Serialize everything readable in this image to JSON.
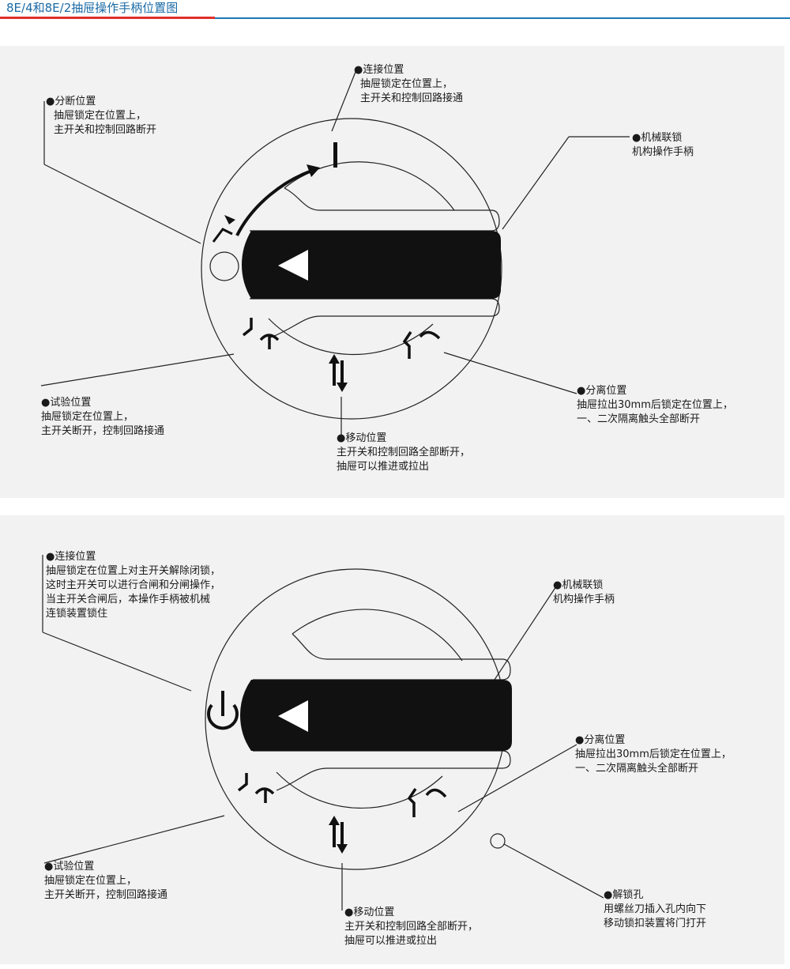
{
  "page_title": "8E/4和8E/2抽屉操作手柄位置图",
  "colors": {
    "title": "#1b6aa5",
    "rule_blue": "#1e78b4",
    "rule_red": "#e0302a",
    "panel_bg": "#f2f2f2",
    "handle": "#111111"
  },
  "diagram1": {
    "callouts": {
      "disconnect": {
        "title": "●分断位置",
        "lines": [
          "抽屉锁定在位置上，",
          "主开关和控制回路断开"
        ]
      },
      "connect": {
        "title": "●连接位置",
        "lines": [
          "抽屉锁定在位置上，",
          "主开关和控制回路接通"
        ]
      },
      "interlock": {
        "title": "●机械联锁",
        "lines": [
          "机构操作手柄"
        ]
      },
      "test": {
        "title": "●试验位置",
        "lines": [
          "抽屉锁定在位置上，",
          "主开关断开，控制回路接通"
        ]
      },
      "separate": {
        "title": "●分离位置",
        "lines": [
          "抽屉拉出30mm后锁定在位置上，",
          "一、二次隔离触头全部断开"
        ]
      },
      "move": {
        "title": "●移动位置",
        "lines": [
          "主开关和控制回路全部断开，",
          "抽屉可以推进或拉出"
        ]
      }
    }
  },
  "diagram2": {
    "callouts": {
      "connect": {
        "title": "●连接位置",
        "lines": [
          "抽屉锁定在位置上对主开关解除闭锁，",
          "这时主开关可以进行合闸和分闸操作，",
          "当主开关合闸后，本操作手柄被机械",
          "连锁装置锁住"
        ]
      },
      "interlock": {
        "title": "●机械联锁",
        "lines": [
          "机构操作手柄"
        ]
      },
      "separate": {
        "title": "●分离位置",
        "lines": [
          "抽屉拉出30mm后锁定在位置上，",
          "一、二次隔离触头全部断开"
        ]
      },
      "test": {
        "title": "●试验位置",
        "lines": [
          "抽屉锁定在位置上，",
          "主开关断开，控制回路接通"
        ]
      },
      "unlock": {
        "title": "●解锁孔",
        "lines": [
          "用螺丝刀插入孔内向下",
          "移动锁扣装置将门打开"
        ]
      },
      "move": {
        "title": "●移动位置",
        "lines": [
          "主开关和控制回路全部断开，",
          "抽屉可以推进或拉出"
        ]
      }
    }
  }
}
